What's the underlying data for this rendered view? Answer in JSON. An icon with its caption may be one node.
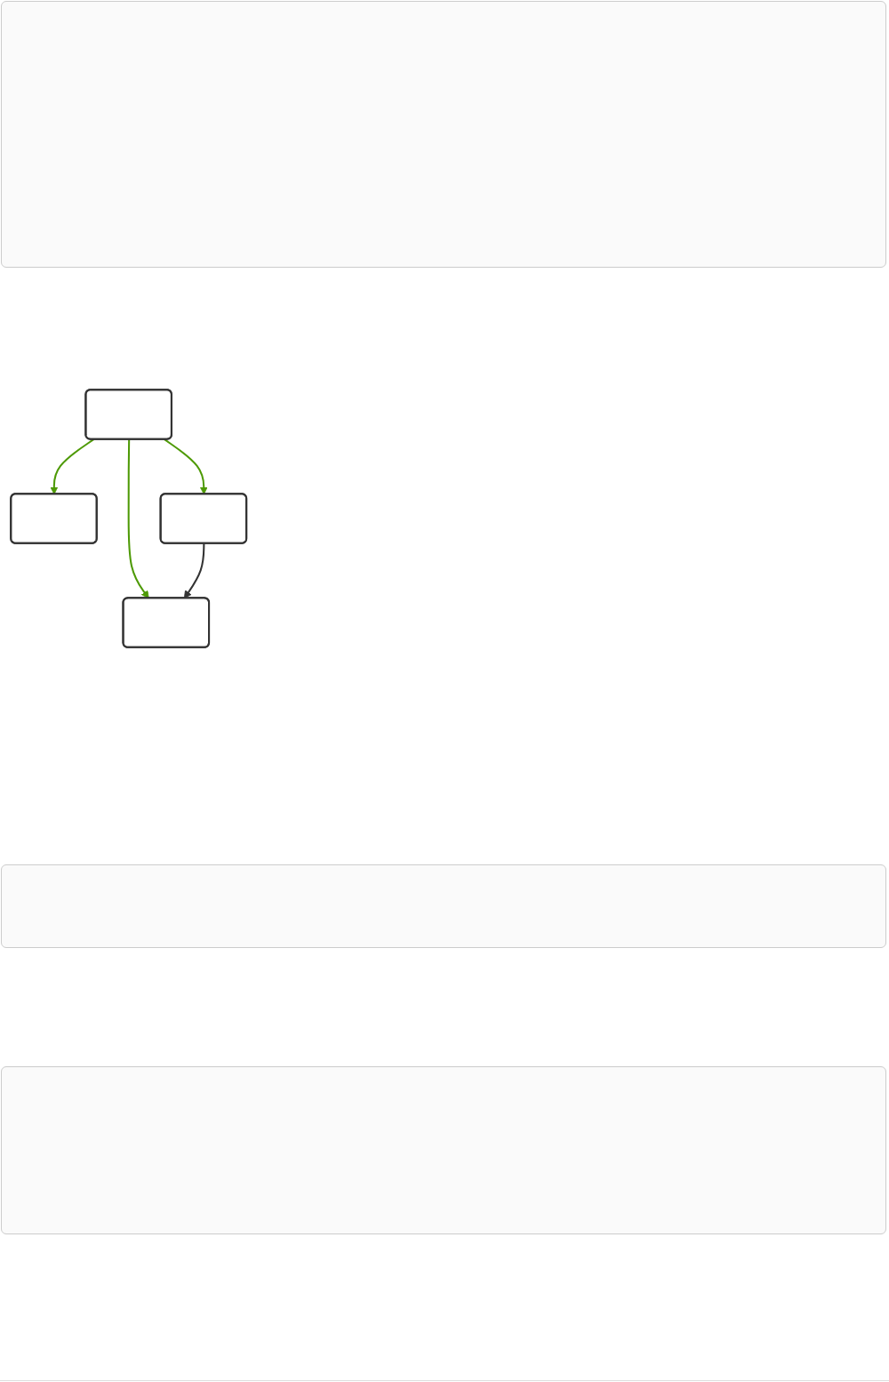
{
  "diagram": {
    "nodes": [
      {
        "text": [],
        "shape": "box"
      },
      {
        "text": [],
        "shape": "box"
      },
      {
        "text": [],
        "shape": "box"
      },
      {
        "text": [],
        "shape": "box"
      }
    ],
    "edges": [
      {
        "from": 0,
        "to": 1,
        "arrow": "to"
      },
      {
        "from": 0,
        "to": 2,
        "arrow": "to"
      },
      {
        "from": 0,
        "to": 3,
        "arrow": "to"
      },
      {
        "from": 1,
        "to": 3,
        "arrow": "to",
        "color": "#333333"
      }
    ]
  }
}
